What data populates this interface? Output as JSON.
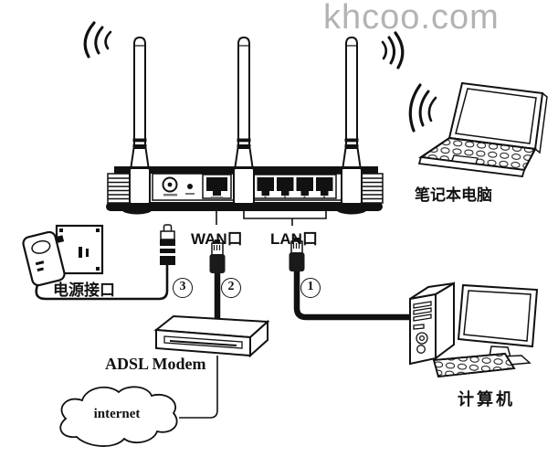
{
  "watermark": "khcoo.com",
  "router": {
    "wan_label": "WAN口",
    "lan_label": "LAN口"
  },
  "power": {
    "label": "电源接口",
    "callout": "3"
  },
  "wan_connection": {
    "callout": "2"
  },
  "lan_connection": {
    "callout": "1"
  },
  "modem": {
    "label": "ADSL Modem"
  },
  "cloud": {
    "label": "internet"
  },
  "laptop": {
    "label": "笔记本电脑"
  },
  "computer": {
    "label": "计算机"
  }
}
